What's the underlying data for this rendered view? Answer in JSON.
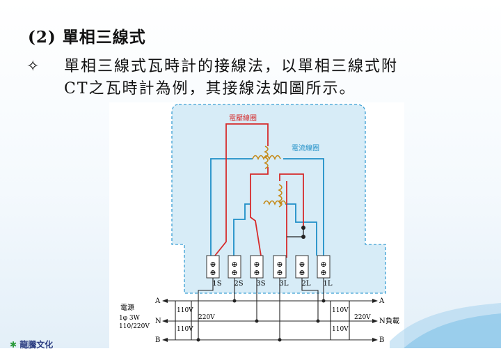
{
  "heading": "(2) 單相三線式",
  "bullet": {
    "icon": "diamond-star-icon",
    "line1": "單相三線式瓦時計的接線法，以單相三線式附",
    "line2": "CT之瓦時計為例，其接線法如圖所示。"
  },
  "diagram": {
    "labels": {
      "voltage_coil": "電壓線圈",
      "current_coil": "電流線圈",
      "power_source": "電源",
      "source_spec_1": "1φ 3W",
      "source_spec_2": "110/220V",
      "load": "負載"
    },
    "terminals": [
      "1S",
      "2S",
      "3S",
      "3L",
      "2L",
      "1L"
    ],
    "line_letters": {
      "a": "A",
      "n": "N",
      "b": "B"
    },
    "voltages": {
      "v110": "110V",
      "v220": "220V"
    },
    "colors": {
      "voltage_wire": "#d62b2b",
      "current_wire": "#1f8fc7",
      "meter_fill": "#d7ecf7",
      "meter_border": "#3a9fd4"
    }
  },
  "logo": "龍騰文化"
}
